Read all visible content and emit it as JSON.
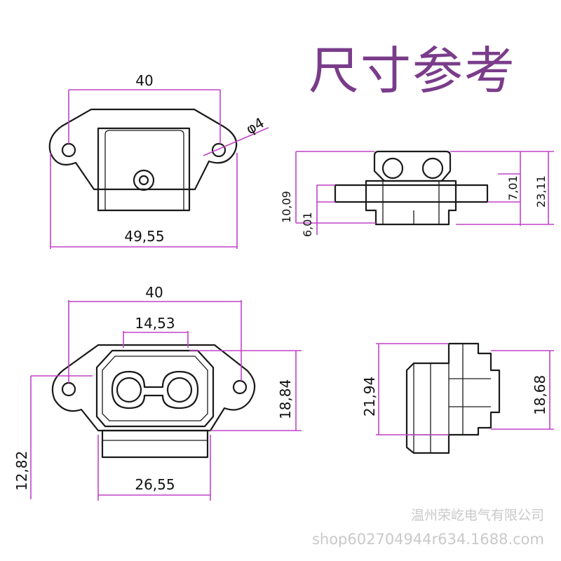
{
  "title": "尺寸参考",
  "watermark": {
    "company": "温州荣屹电气有限公司",
    "shop": "shop602704944r634.1688.com"
  },
  "colors": {
    "dimension_line": "#c042c8",
    "title": "#7a3c8a",
    "outline": "#1a1a1a",
    "watermark": "#c9c9c9"
  },
  "views": {
    "top_view": {
      "hole_spacing": "40",
      "hole_diameter": "φ4",
      "overall_width": "49,55"
    },
    "side_view_right": {
      "height_total": "10,09",
      "height_lower": "6,01",
      "height_upper": "7,01",
      "depth_total": "23,11"
    },
    "front_view": {
      "hole_spacing": "40",
      "socket_pitch": "14,53",
      "height": "18,84",
      "body_height": "12,82",
      "body_width": "26,55"
    },
    "side_view_bottom": {
      "total_height": "21,94",
      "inner_height": "18,68"
    }
  }
}
